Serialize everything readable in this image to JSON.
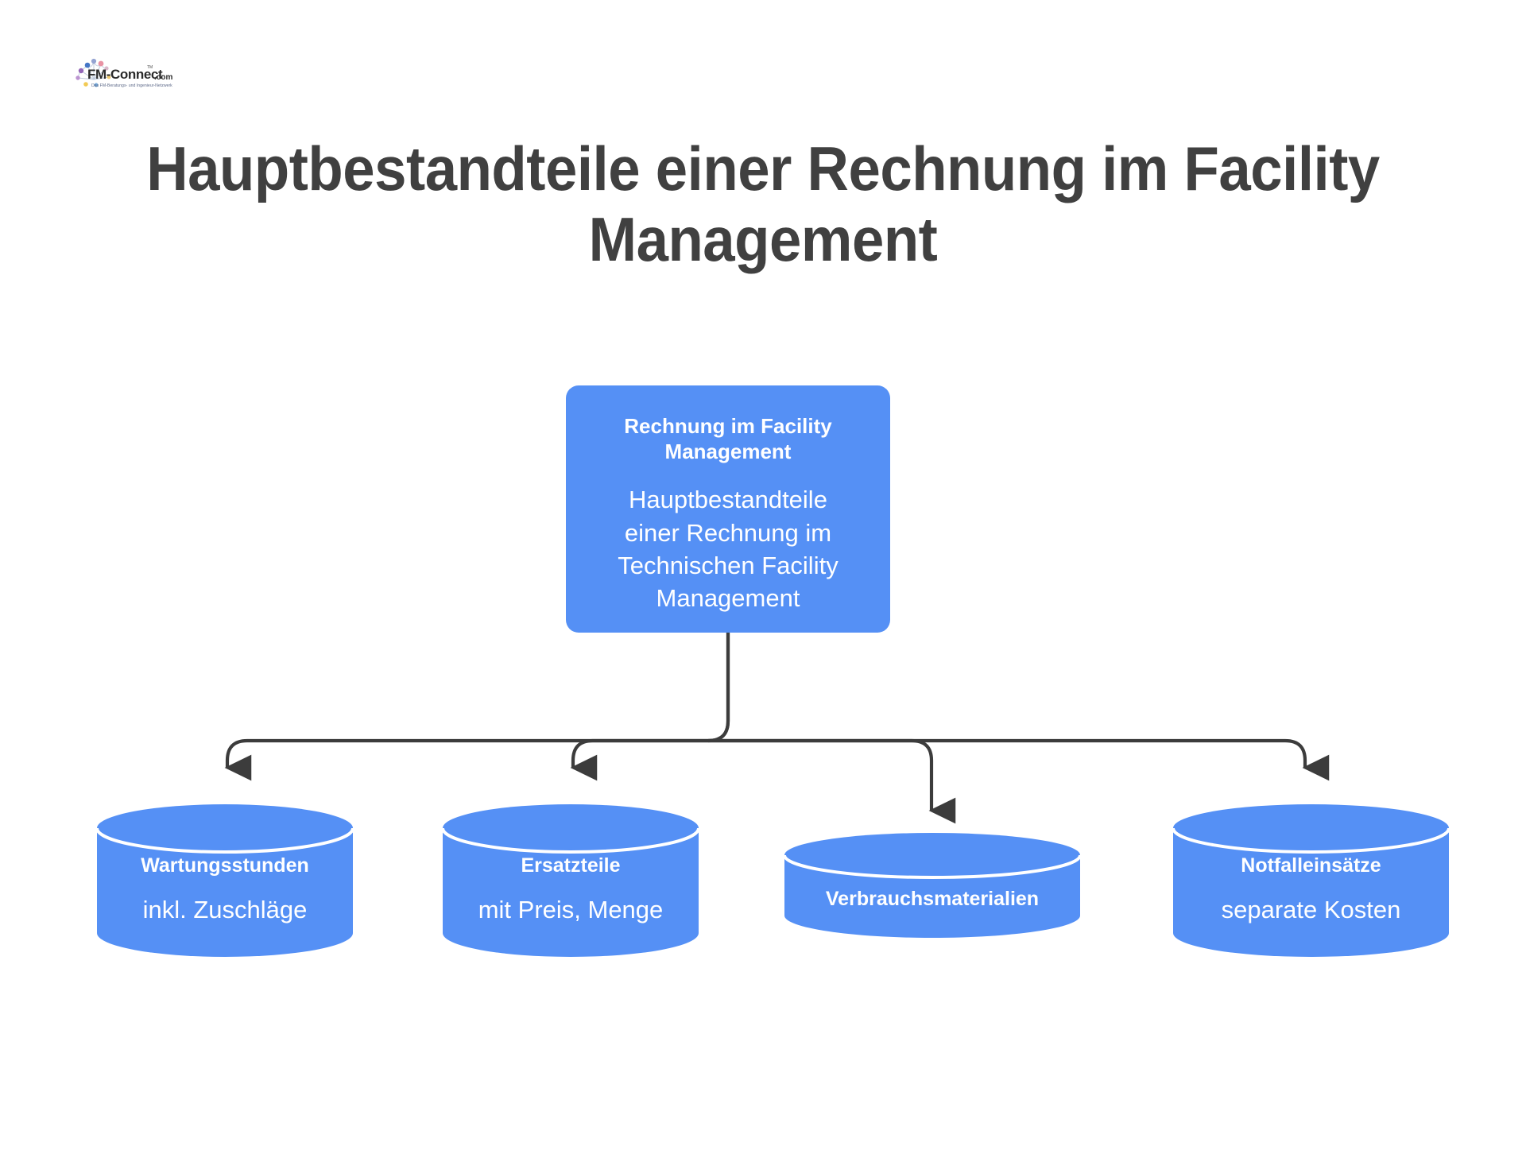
{
  "page": {
    "background_color": "#ffffff",
    "accent_color": "#5590f5",
    "text_color": "#404040",
    "connector_color": "#3c3c3c"
  },
  "logo": {
    "name": "fm-connect-logo",
    "brand": "FM-Connect",
    "tld": ".com",
    "trademark": "TM",
    "tagline": "Das FM-Beratungs- und Ingenieur-Netzwerk"
  },
  "title": {
    "text": "Hauptbestandteile einer Rechnung im Facility\nManagement"
  },
  "root_node": {
    "title": "Rechnung im Facility\nManagement",
    "subtitle": "Hauptbestandteile\neiner Rechnung im\nTechnischen Facility\nManagement",
    "color": "#5590f5"
  },
  "nodes": [
    {
      "id": "wartungsstunden",
      "title": "Wartungsstunden",
      "subtitle": "inkl. Zuschläge",
      "color": "#5590f5"
    },
    {
      "id": "ersatzteile",
      "title": "Ersatzteile",
      "subtitle": "mit Preis, Menge",
      "color": "#5590f5"
    },
    {
      "id": "verbrauchsmaterialien",
      "title": "Verbrauchsmaterialien",
      "subtitle": "",
      "color": "#5590f5"
    },
    {
      "id": "notfalleinsaetze",
      "title": "Notfalleinsätze",
      "subtitle": "separate Kosten",
      "color": "#5590f5"
    }
  ]
}
